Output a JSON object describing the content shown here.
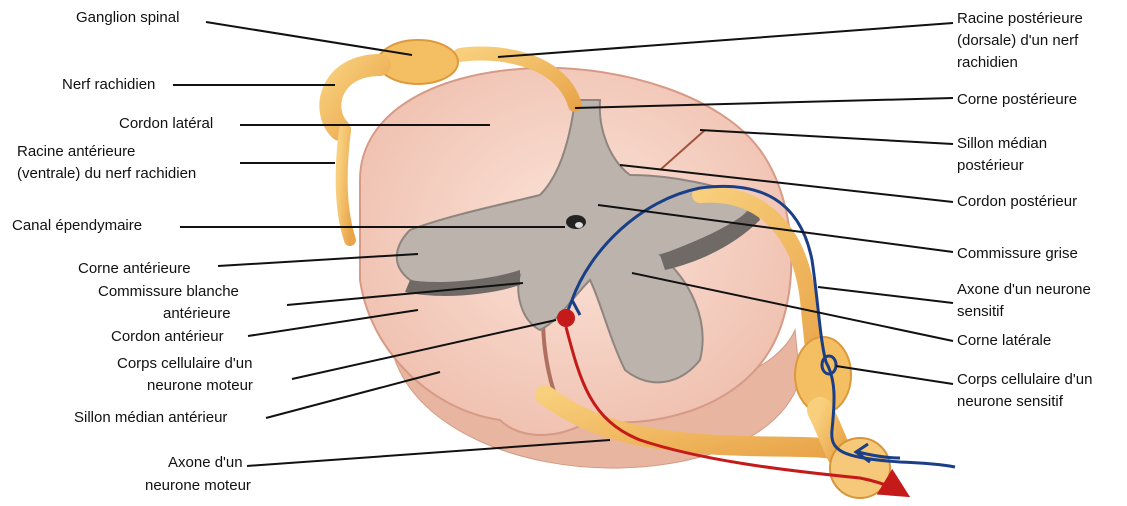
{
  "labels_left": [
    "Ganglion spinal",
    "Nerf rachidien",
    "Cordon latéral",
    "Racine antérieure",
    "(ventrale) du nerf rachidien",
    "Canal épendymaire",
    "Corne antérieure",
    "Commissure blanche",
    "antérieure",
    "Cordon antérieur",
    "Corps cellulaire d'un",
    "neurone moteur",
    "Sillon médian antérieur",
    "Axone d'un",
    "neurone moteur"
  ],
  "labels_right": [
    "Racine postérieure",
    "(dorsale) d'un nerf",
    "rachidien",
    "Corne postérieure",
    "Sillon médian",
    "postérieur",
    "Cordon postérieur",
    "Commissure grise",
    "Axone d'un neurone",
    "sensitif",
    "Corne latérale",
    "Corps cellulaire d'un",
    "neurone sensitif"
  ],
  "colors": {
    "white_matter": "#f6cfc1",
    "grey_matter": "#bdb3ad",
    "nerve": "#f2b85d",
    "sensory_neuron": "#1a3f86",
    "motor_neuron": "#c41a1a",
    "leader_line": "#111111"
  }
}
